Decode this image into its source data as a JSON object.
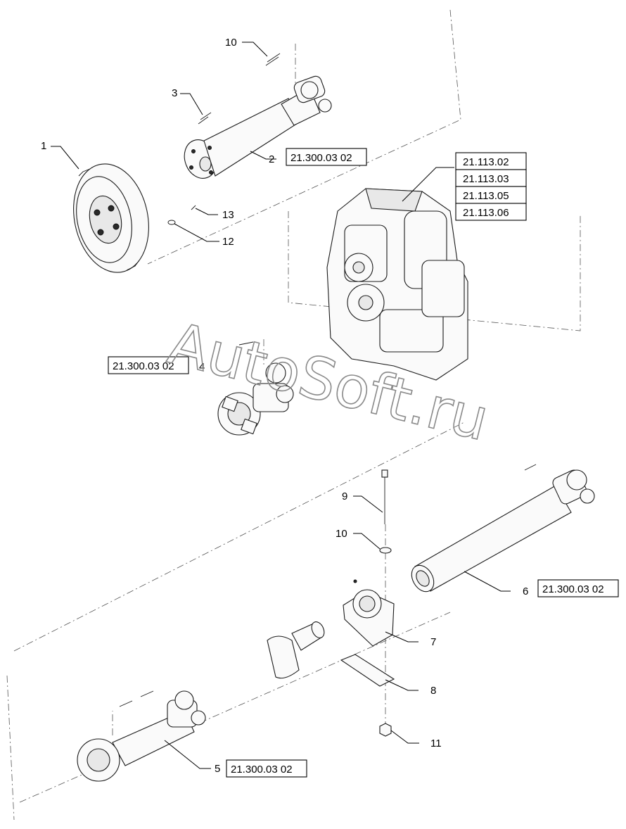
{
  "callouts": {
    "c1": "1",
    "c2": "2",
    "c3": "3",
    "c4": "4",
    "c5": "5",
    "c6": "6",
    "c7": "7",
    "c8": "8",
    "c9": "9",
    "c10a": "10",
    "c10b": "10",
    "c11": "11",
    "c12": "12",
    "c13": "13"
  },
  "references": {
    "ref_shaft_top": "21.300.03 02",
    "ref_coupling": "21.300.03 02",
    "ref_shaft_right": "21.300.03 02",
    "ref_shaft_bottom": "21.300.03 02",
    "ref_gearbox": [
      "21.113.02",
      "21.113.03",
      "21.113.05",
      "21.113.06"
    ]
  },
  "watermark": "AutoSoft.ru"
}
